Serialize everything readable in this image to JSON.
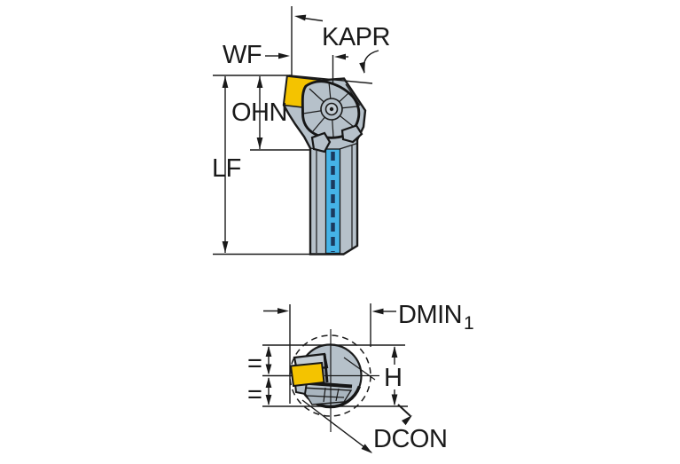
{
  "drawing": {
    "type": "tool-holder-dimension-diagram",
    "views": {
      "side_view_labels": [
        "WF",
        "KAPR",
        "OHN",
        "LF"
      ],
      "end_view_labels": [
        "DMIN1",
        "H",
        "DCON",
        "=",
        "="
      ]
    }
  },
  "labels": {
    "kapr": "KAPR",
    "wf": "WF",
    "ohn": "OHN",
    "lf": "LF",
    "dmin": "DMIN",
    "dmin_subscript": "1",
    "h": "H",
    "dcon": "DCON",
    "equals_upper": "=",
    "equals_lower": "="
  },
  "colors": {
    "body_gray": "#b6c1ca",
    "body_gray_light": "#c4cdd4",
    "body_gray_dark": "#a9b5bf",
    "insert_yellow": "#f4c300",
    "coolant_cyan": "#45b3e7",
    "coolant_dash_blue": "#1b3a5f",
    "outline_black": "#1a1a1a",
    "background_white": "#ffffff"
  }
}
